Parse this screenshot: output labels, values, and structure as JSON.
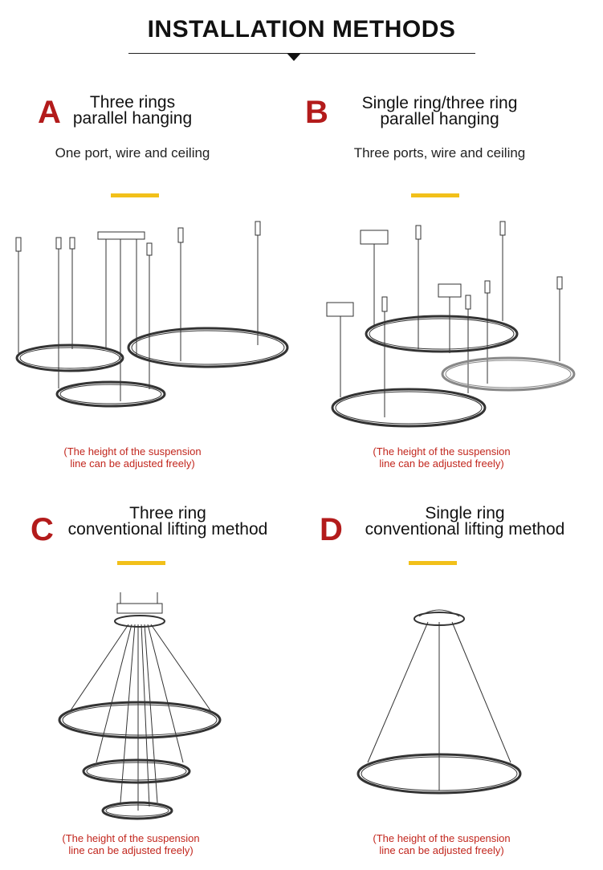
{
  "header": {
    "title": "INSTALLATION METHODS"
  },
  "sections": [
    {
      "letter": "A",
      "line1": "Three rings",
      "line2": "parallel hanging",
      "subtitle": "One port, wire and ceiling",
      "note1": "(The height of the suspension",
      "note2": "line can be adjusted freely)"
    },
    {
      "letter": "B",
      "line1": "Single ring/three ring",
      "line2": "parallel hanging",
      "subtitle": "Three ports, wire and ceiling",
      "note1": "(The height of the suspension",
      "note2": "line can be adjusted freely)"
    },
    {
      "letter": "C",
      "line1": "Three ring",
      "line2": "conventional lifting method",
      "subtitle": "",
      "note1": "(The height of the suspension",
      "note2": "line can be adjusted freely)"
    },
    {
      "letter": "D",
      "line1": "Single ring",
      "line2": "conventional lifting method",
      "subtitle": "",
      "note1": "(The height of the suspension",
      "note2": "line can be adjusted freely)"
    }
  ],
  "colors": {
    "accent_bar": "#f2c01a",
    "letter": "#b31b1b",
    "note": "#c2261d"
  }
}
